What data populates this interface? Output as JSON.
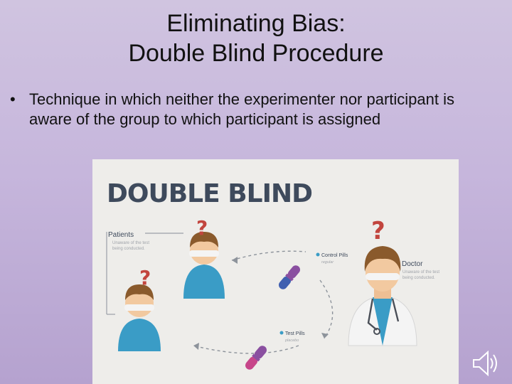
{
  "slide": {
    "title_line1": "Eliminating Bias:",
    "title_line2": "Double Blind Procedure",
    "bullet_marker": "•",
    "bullet_text": "Technique in which neither the experimenter nor participant is aware of the group to which participant is assigned"
  },
  "figure": {
    "heading": "DOUBLE BLIND",
    "patients_label": "Patients",
    "patients_sub1": "Unaware of the test",
    "patients_sub2": "being conducted.",
    "doctor_label": "Doctor",
    "doctor_sub1": "Unaware of the test",
    "doctor_sub2": "being conducted.",
    "control_label": "Control Pills",
    "control_sub": "regular",
    "test_label": "Test Pills",
    "test_sub": "placebo",
    "question_mark": "?"
  },
  "colors": {
    "background": "#c6b6dc",
    "question": "#c2453e",
    "capsule_blue": "#3f5fb0",
    "capsule_purple": "#8a4fa0",
    "capsule_pink": "#c7468a",
    "hair": "#8a5a2c",
    "shirt": "#3a9cc6",
    "skin": "#f2c9a0",
    "heading": "#3e4a5c"
  },
  "icons": [
    "question-mark-icon",
    "pill-icon",
    "speaker-icon"
  ]
}
